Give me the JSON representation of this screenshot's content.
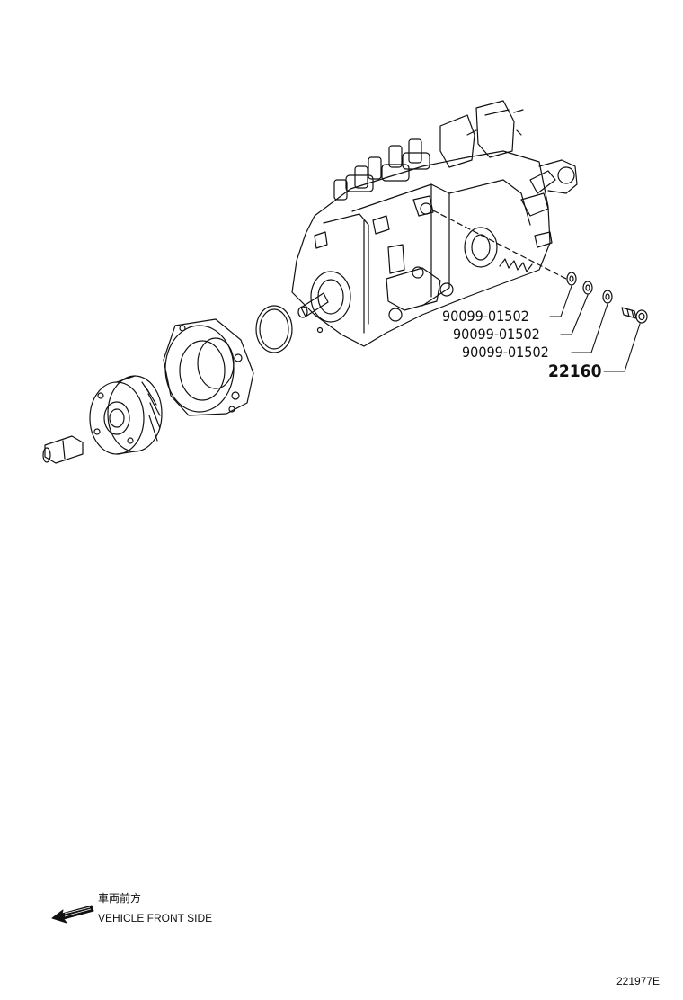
{
  "callouts": [
    {
      "part_number": "90099-01502"
    },
    {
      "part_number": "90099-01502"
    },
    {
      "part_number": "90099-01502"
    },
    {
      "part_number": "22160"
    }
  ],
  "direction": {
    "label_jp": "車両前方",
    "label_en": "VEHICLE FRONT SIDE"
  },
  "diagram_id": "221977E",
  "icons": [
    "front-direction-arrow-icon"
  ]
}
